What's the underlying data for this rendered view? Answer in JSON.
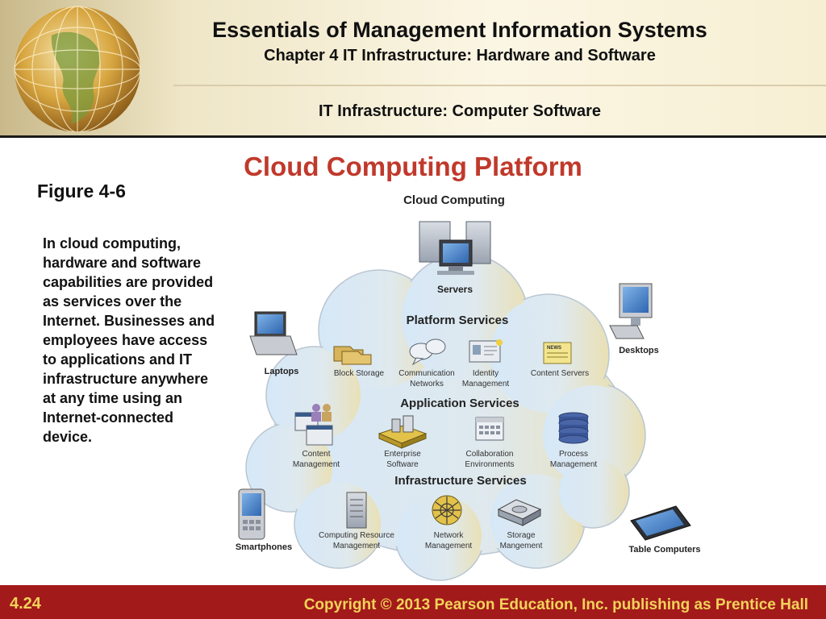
{
  "header": {
    "title": "Essentials of Management Information Systems",
    "subtitle": "Chapter 4 IT Infrastructure: Hardware and Software",
    "section": "IT Infrastructure: Computer Software"
  },
  "slide": {
    "title": "Cloud Computing Platform",
    "figure_label": "Figure 4-6",
    "description": "In cloud computing, hardware and software capabilities are provided as services over the Internet. Businesses and employees have access to applications and IT infrastructure anywhere at any time using an Internet-connected device."
  },
  "diagram": {
    "title": "Cloud Computing",
    "servers_label": "Servers",
    "devices": {
      "laptops": "Laptops",
      "desktops": "Desktops",
      "smartphones": "Smartphones",
      "tablets": "Table Computers"
    },
    "platform": {
      "heading": "Platform Services",
      "block_storage": "Block Storage",
      "comm_1": "Communication",
      "comm_2": "Networks",
      "identity_1": "Identity",
      "identity_2": "Management",
      "content_servers": "Content Servers",
      "news_label": "NEWS"
    },
    "application": {
      "heading": "Application Services",
      "content_1": "Content",
      "content_2": "Management",
      "enterprise_1": "Enterprise",
      "enterprise_2": "Software",
      "collab_1": "Collaboration",
      "collab_2": "Environments",
      "process_1": "Process",
      "process_2": "Management"
    },
    "infrastructure": {
      "heading": "Infrastructure Services",
      "computing_1": "Computing Resource",
      "computing_2": "Management",
      "network_1": "Network",
      "network_2": "Management",
      "storage_1": "Storage",
      "storage_2": "Mangement"
    },
    "colors": {
      "cloud_light": "#dbe9f6",
      "cloud_dark": "#e8e2bf",
      "title_red": "#c0392b",
      "footer_bg": "#a31a1a",
      "footer_text": "#f2d35a"
    }
  },
  "footer": {
    "page": "4.24",
    "copyright": "Copyright © 2013 Pearson Education, Inc. publishing as Prentice Hall"
  }
}
